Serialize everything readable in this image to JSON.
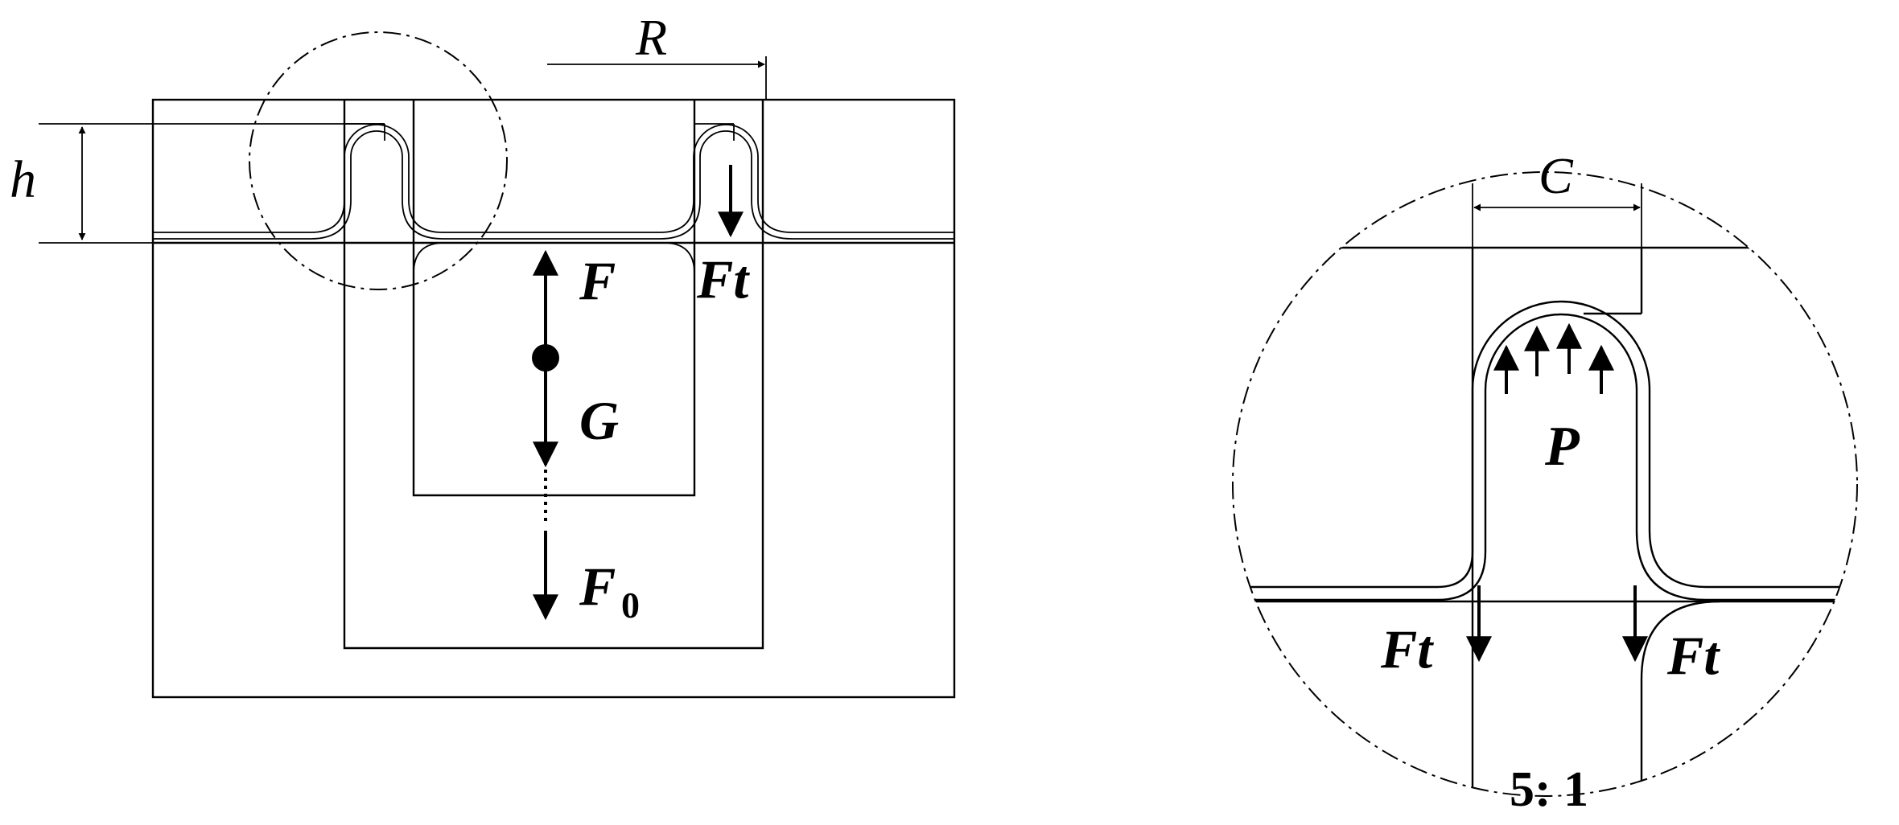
{
  "labels": {
    "R": "R",
    "h": "h",
    "F": "F",
    "Ft": "Ft",
    "G": "G",
    "F0_main": "F",
    "F0_sub": "0",
    "C": "C",
    "P": "P",
    "Ft_left": "Ft",
    "Ft_right": "Ft",
    "scale": "5: 1"
  }
}
